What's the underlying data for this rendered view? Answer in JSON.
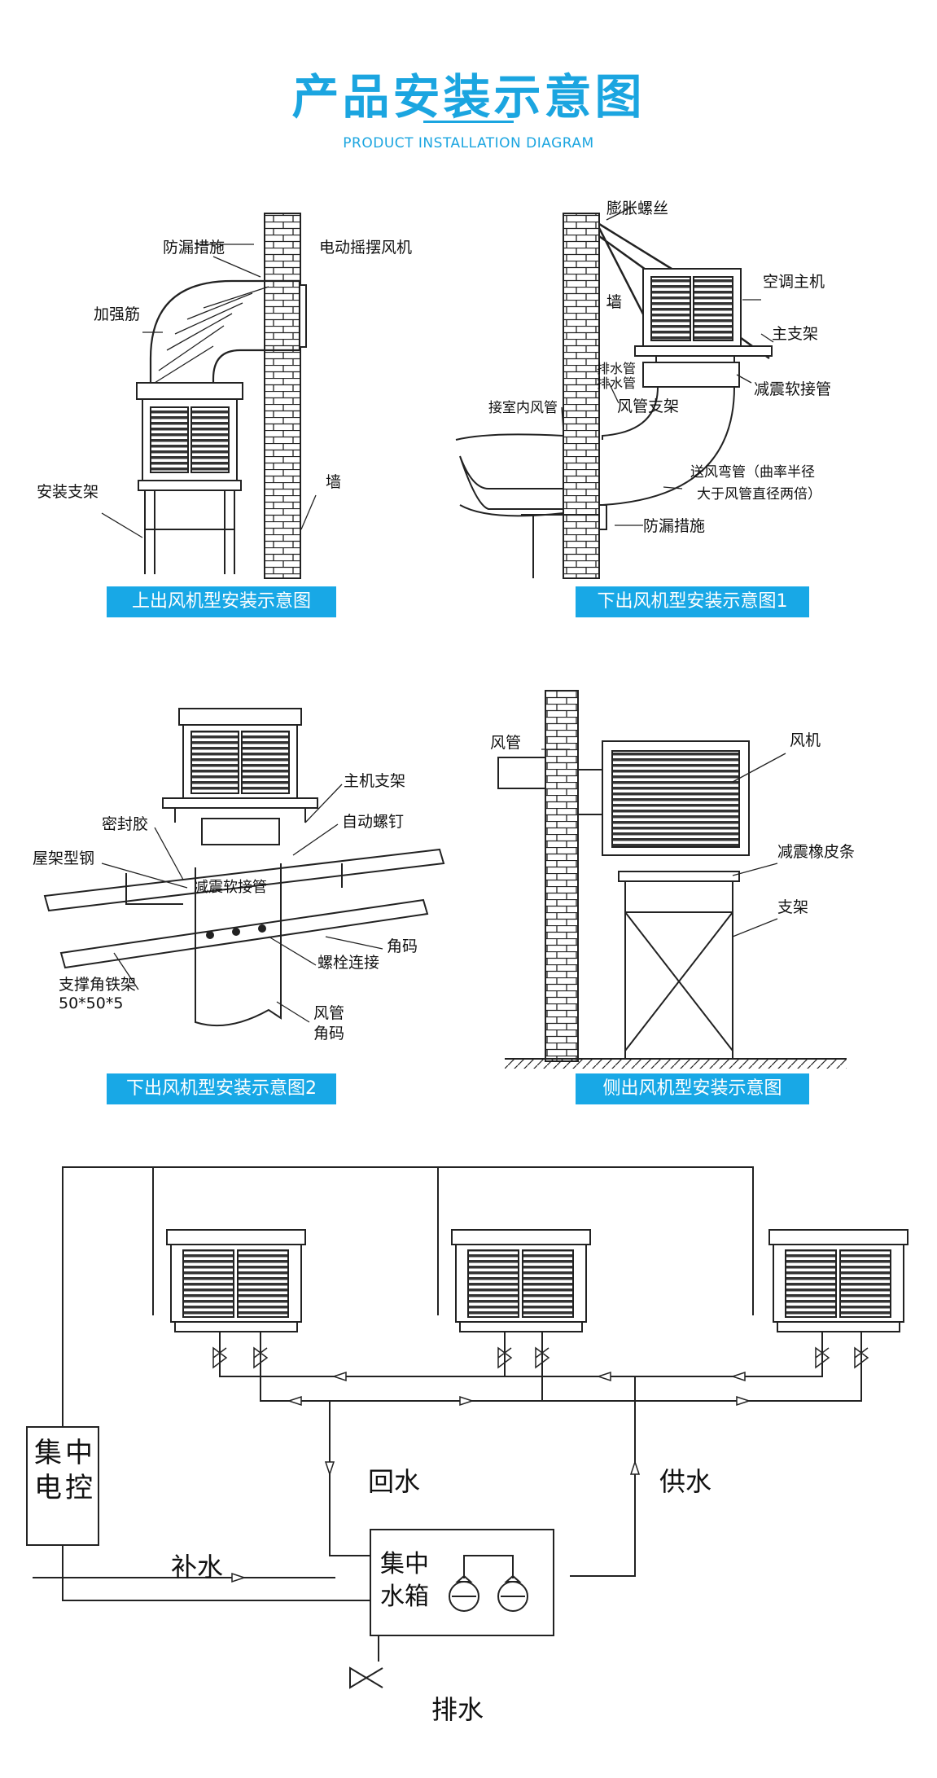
{
  "header": {
    "title": "产品安装示意图",
    "subtitle": "PRODUCT INSTALLATION DIAGRAM"
  },
  "panel1": {
    "caption": "上出风机型安装示意图",
    "labels": {
      "leak": "防漏措施",
      "fan": "电动摇摆风机",
      "rib": "加强筋",
      "stand": "安装支架",
      "wall": "墙"
    }
  },
  "panel2": {
    "caption": "下出风机型安装示意图1",
    "labels": {
      "bolt": "膨胀螺丝",
      "host": "空调主机",
      "wall": "墙",
      "bracket": "主支架",
      "drain1": "排水管",
      "drain2": "排水管",
      "soft": "减震软接管",
      "indoor": "接室内风管",
      "duct_bracket": "风管支架",
      "elbow1": "送风弯管（曲率半径",
      "elbow2": "大于风管直径两倍）",
      "leak": "防漏措施"
    }
  },
  "panel3": {
    "caption": "下出风机型安装示意图2",
    "labels": {
      "host_bracket": "主机支架",
      "seal": "密封胶",
      "screw": "自动螺钉",
      "roof": "屋架型钢",
      "soft": "减震软接管",
      "corner1": "角码",
      "bolt": "螺栓连接",
      "angle1": "支撑角铁架",
      "angle2": "50*50*5",
      "duct": "风管",
      "corner2": "角码"
    }
  },
  "panel4": {
    "caption": "侧出风机型安装示意图",
    "labels": {
      "duct": "风管",
      "fan": "风机",
      "rubber": "减震橡皮条",
      "stand": "支架"
    }
  },
  "system": {
    "control1": "集",
    "control2": "中",
    "control3": "电",
    "control4": "控",
    "tank1": "集中",
    "tank2": "水箱",
    "return": "回水",
    "supply": "供水",
    "makeup": "补水",
    "drain": "排水"
  }
}
